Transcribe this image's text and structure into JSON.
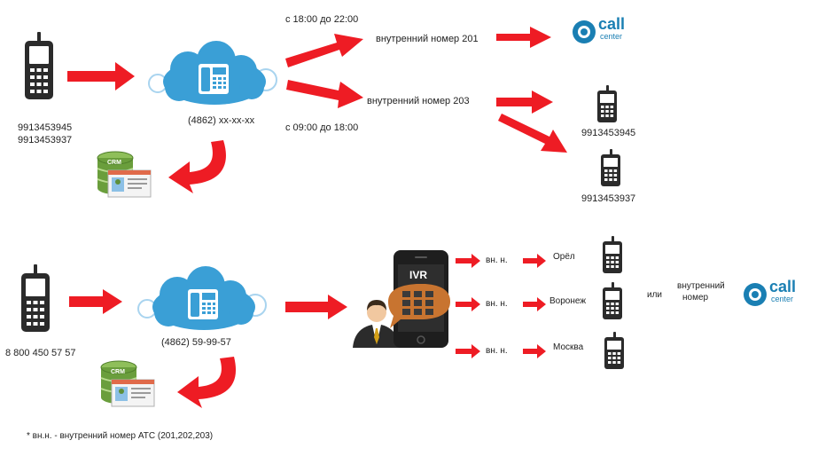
{
  "top": {
    "caller_numbers": [
      "9913453945",
      "9913453937"
    ],
    "city_number": "(4862) xx-xx-xx",
    "time_evening": "с 18:00 до 22:00",
    "time_day": "с 09:00 до 18:00",
    "ext_201": "внутренний номер 201",
    "ext_203": "внутренний номер 203",
    "forward_number_1": "9913453945",
    "forward_number_2": "9913453937"
  },
  "bottom": {
    "caller_number": "8 800 450 57 57",
    "city_number": "(4862) 59-99-57",
    "ivr_label": "IVR",
    "routes": [
      {
        "ext": "вн. н.",
        "city": "Орёл"
      },
      {
        "ext": "вн. н.",
        "city": "Воронеж"
      },
      {
        "ext": "вн. н.",
        "city": "Москва"
      }
    ],
    "or_label": "или",
    "internal_number_line1": "внутренний",
    "internal_number_line2": "номер"
  },
  "callcenter": {
    "word1": "call",
    "word2": "center"
  },
  "crm": {
    "label": "CRM"
  },
  "footnote": "* вн.н. - внутренний номер АТС (201,202,203)",
  "colors": {
    "arrow": "#ee1c24",
    "cloud": "#3a9fd6",
    "phone": "#2b2b2b",
    "crm_green": "#6a9e3c",
    "callcenter": "#1a7fb3"
  }
}
